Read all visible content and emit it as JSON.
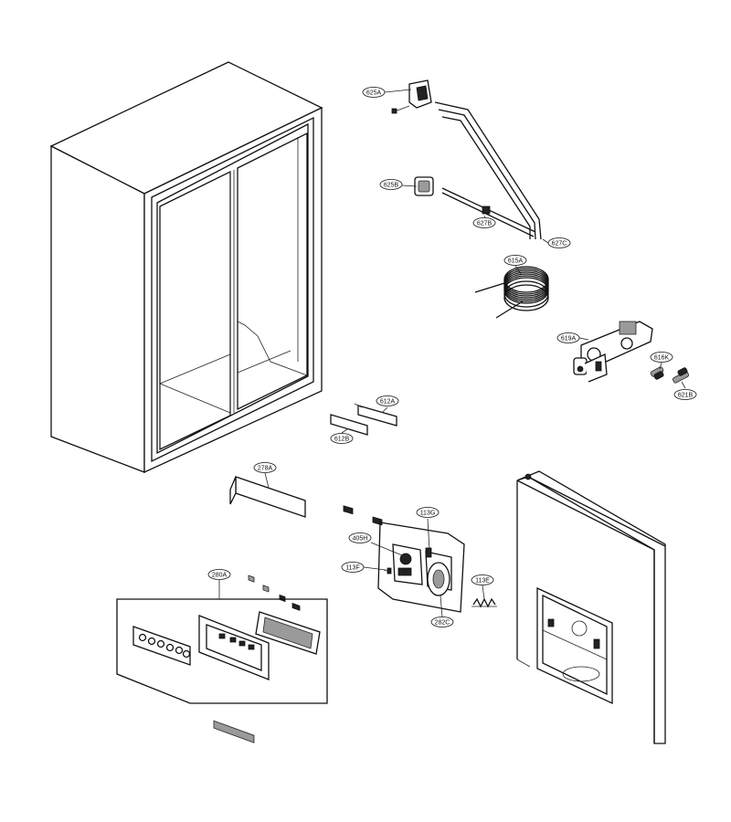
{
  "labels": {
    "p625a": "625A",
    "p625b": "625B",
    "p627b": "627B",
    "p627c": "627C",
    "p615a": "615A",
    "p619a": "619A",
    "p616k": "616K",
    "p621b": "621B",
    "p612a": "612A",
    "p612b": "612B",
    "p278a": "278A",
    "p113g": "113G",
    "p405h": "405H",
    "p113f": "113F",
    "p113e": "113E",
    "p282c": "282C",
    "p280a": "280A"
  }
}
